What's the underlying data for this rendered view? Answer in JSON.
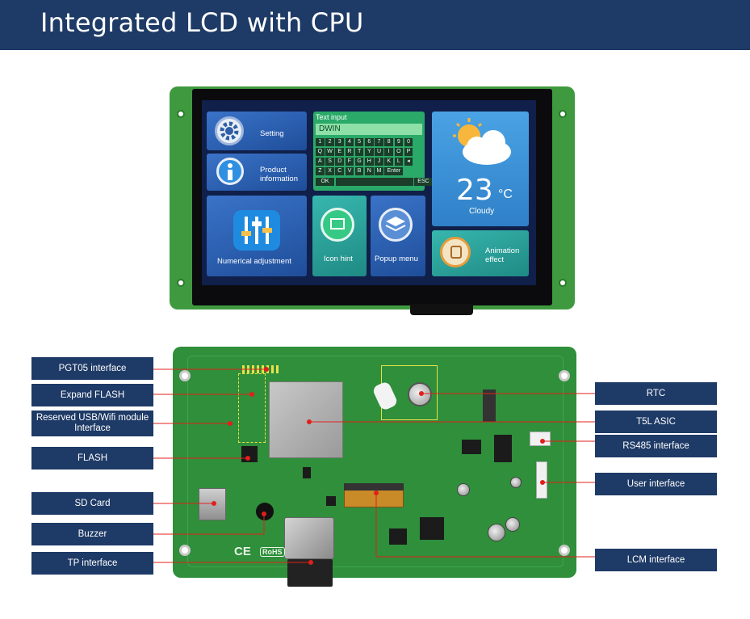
{
  "banner": {
    "title": "Integrated LCD with CPU",
    "bg": "#1e3a66"
  },
  "screen": {
    "setting": "Setting",
    "product_line1": "Product",
    "product_line2": "information",
    "text_input_title": "Text input",
    "text_input_value": "DWIN",
    "keyboard": {
      "row1": [
        "1",
        "2",
        "3",
        "4",
        "5",
        "6",
        "7",
        "8",
        "9",
        "0"
      ],
      "row2": [
        "Q",
        "W",
        "E",
        "R",
        "T",
        "Y",
        "U",
        "I",
        "O",
        "P"
      ],
      "row3": [
        "A",
        "S",
        "D",
        "F",
        "G",
        "H",
        "J",
        "K",
        "L",
        "◂"
      ],
      "row4": [
        "Z",
        "X",
        "C",
        "V",
        "B",
        "N",
        "M",
        "Enter"
      ],
      "ok": "OK",
      "esc": "ESC"
    },
    "temperature": "23",
    "temp_unit": "°C",
    "weather": "Cloudy",
    "numerical": "Numerical adjustment",
    "icon_hint": "Icon hint",
    "popup_menu": "Popup menu",
    "animation_line1": "Animation",
    "animation_line2": "effect"
  },
  "board": {
    "ce_mark": "CE",
    "rohs_mark": "RoHS"
  },
  "callouts_left": {
    "pgt05": "PGT05 interface",
    "expand_flash": "Expand FLASH",
    "usb_wifi_line1": "Reserved USB/Wifi module",
    "usb_wifi_line2": "Interface",
    "flash": "FLASH",
    "sd_card": "SD Card",
    "buzzer": "Buzzer",
    "tp": "TP interface"
  },
  "callouts_right": {
    "rtc": "RTC",
    "t5l": "T5L ASIC",
    "rs485": "RS485 interface",
    "user": "User interface",
    "lcm": "LCM interface"
  },
  "colors": {
    "callout": "#1e3a66",
    "leader_line": "#e0201b",
    "pcb": "#2f8f3a"
  }
}
